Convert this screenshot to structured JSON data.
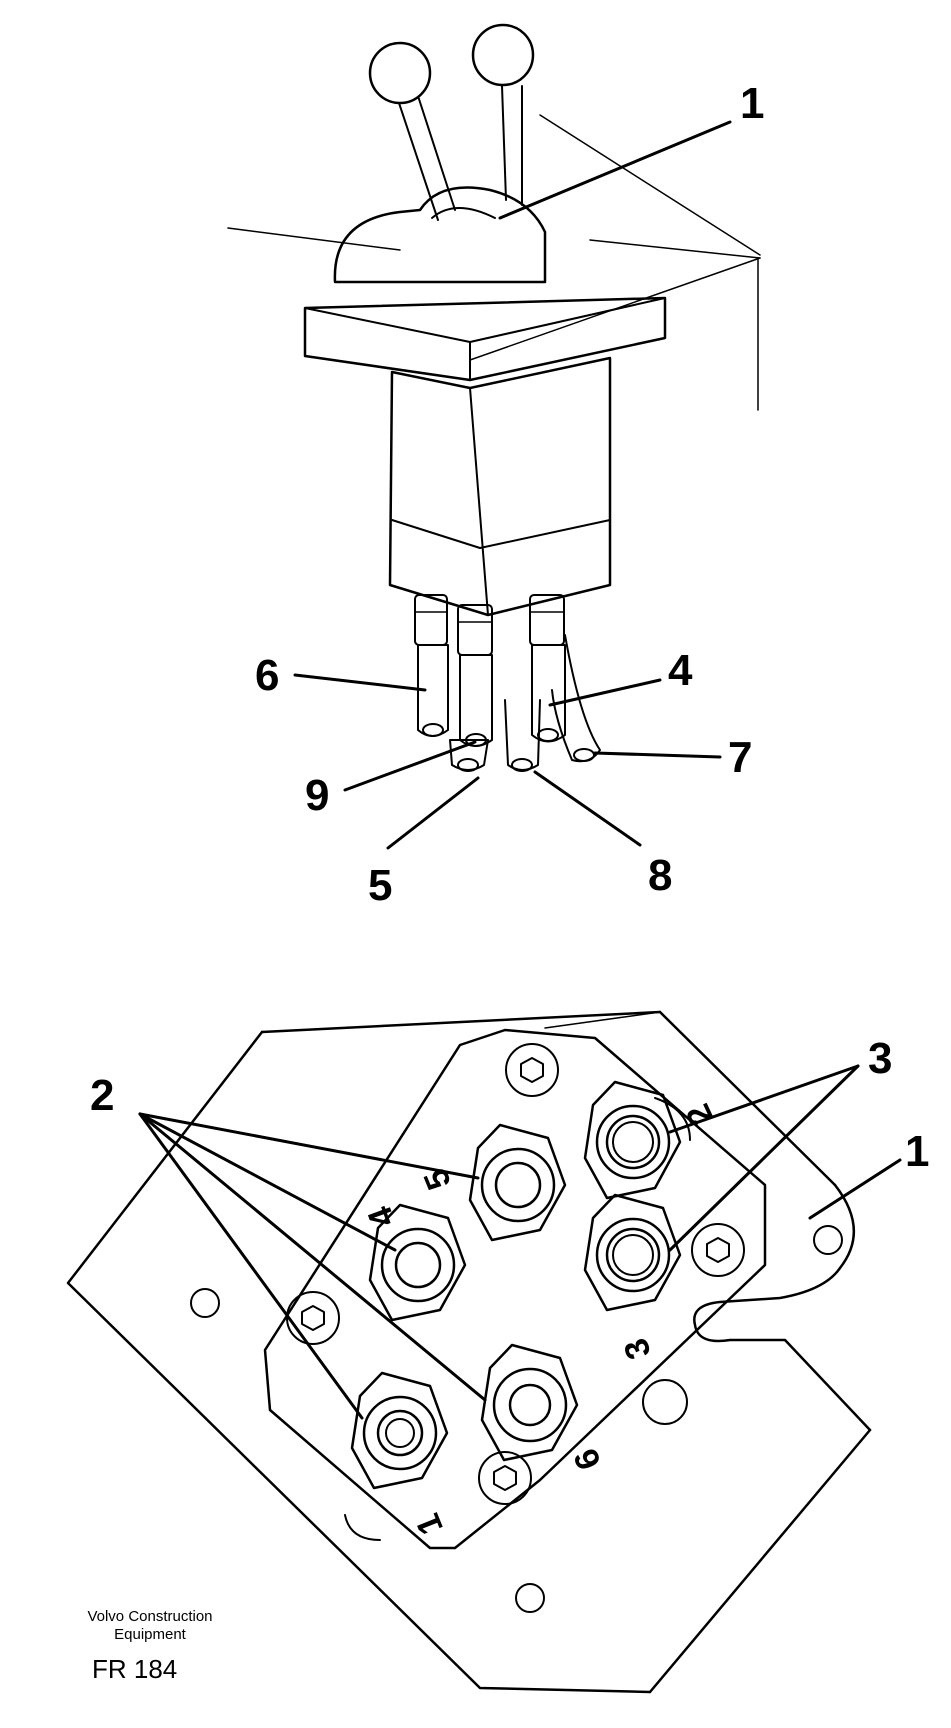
{
  "caption": {
    "line1": "Volvo Construction",
    "line2": "Equipment",
    "figure_code": "FR 184"
  },
  "upper_view": {
    "callouts": [
      "1",
      "6",
      "4",
      "7",
      "9",
      "5",
      "8"
    ]
  },
  "lower_view": {
    "callouts": [
      "2",
      "3",
      "1"
    ],
    "port_numbers": [
      "5",
      "2",
      "4",
      "3",
      "6",
      "1"
    ]
  }
}
